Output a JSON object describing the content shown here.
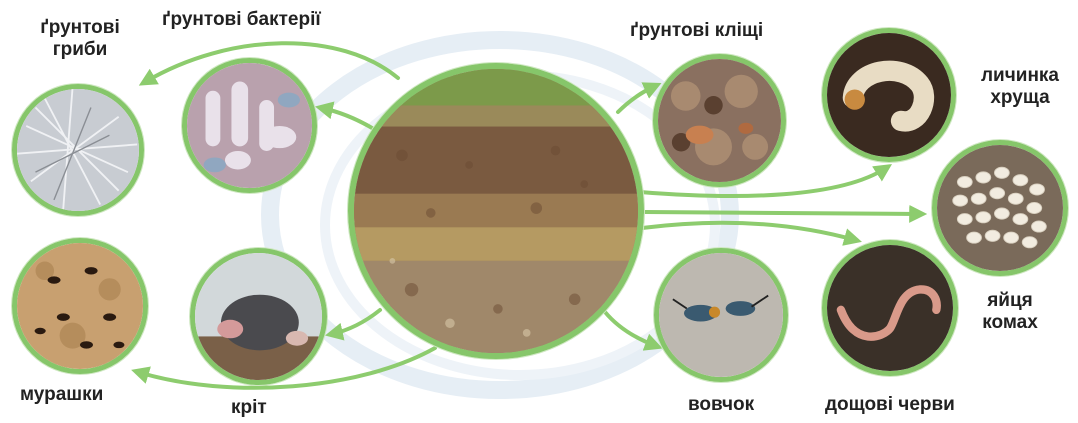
{
  "labels": {
    "fungi": "ґрунтові\nгриби",
    "bacteria": "ґрунтові бактерії",
    "mites": "ґрунтові кліщі",
    "grub": "личинка\nхруща",
    "eggs": "яйця\nкомах",
    "worms": "дощові черви",
    "cricket": "вовчок",
    "mole": "кріт",
    "ants": "мурашки"
  },
  "colors": {
    "arrow": "#8dcc6e",
    "ring": "#86c66a",
    "soil": "#8b6a4c"
  }
}
